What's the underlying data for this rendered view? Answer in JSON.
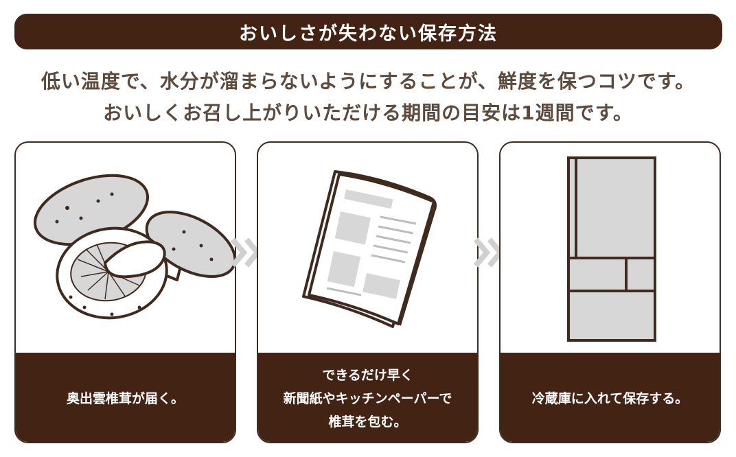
{
  "title": "おいしさが失わない保存方法",
  "intro": {
    "line1": "低い温度で、水分が溜まらないようにすることが、鮮度を保つコツです。",
    "line2": "おいしくお召し上がりいただける期間の目安は1週間です。"
  },
  "steps": [
    {
      "icon": "shiitake-mushroom-icon",
      "lines": [
        "奥出雲椎茸が届く。"
      ]
    },
    {
      "icon": "newspaper-icon",
      "lines": [
        "できるだけ早く",
        "新聞紙やキッチンペーパーで",
        "椎茸を包む。"
      ]
    },
    {
      "icon": "refrigerator-icon",
      "lines": [
        "冷蔵庫に入れて保存する。"
      ]
    }
  ],
  "colors": {
    "brown": "#432314",
    "text_brown": "#5c4a3d",
    "illustration_gray": "#d7d7d7",
    "chevron_gray": "#d0d0d0"
  }
}
